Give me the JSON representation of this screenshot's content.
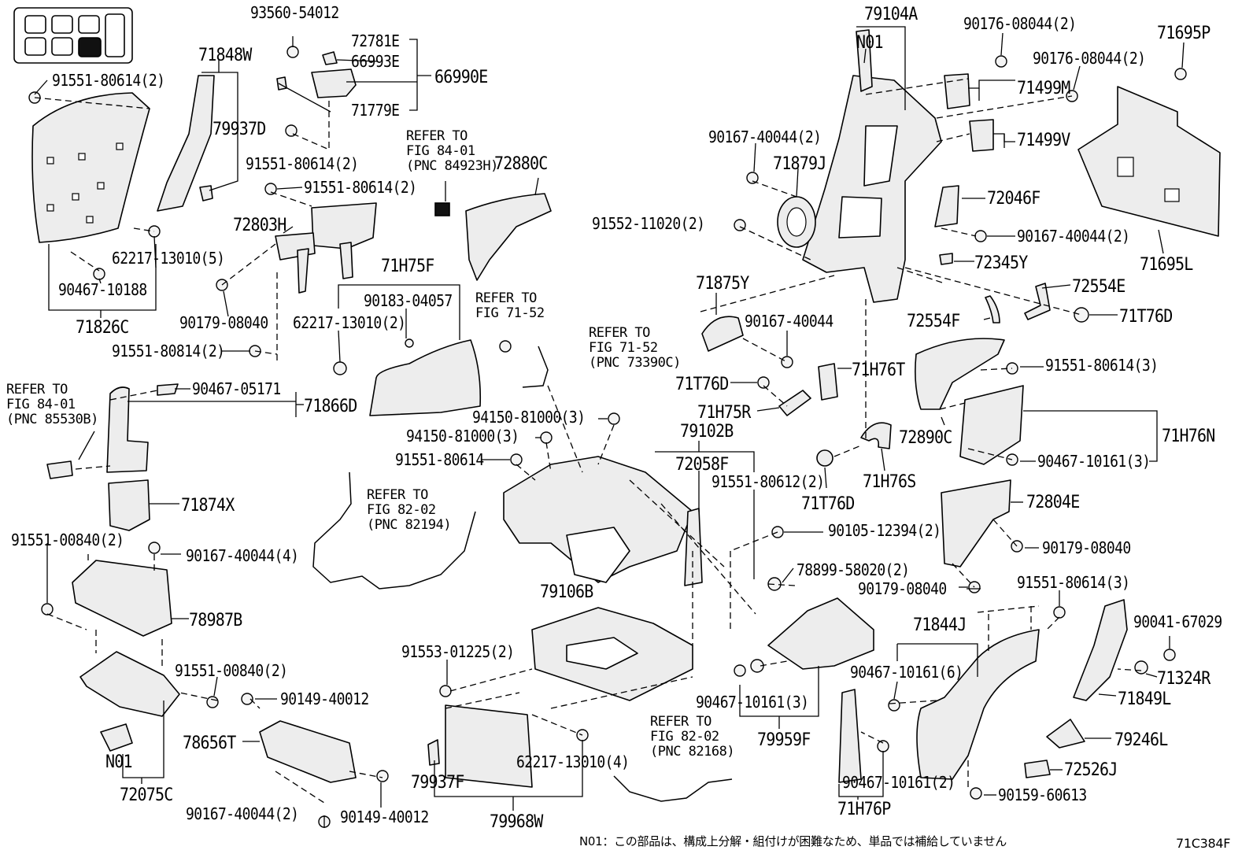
{
  "labels": {
    "l93560_54012": "93560-54012",
    "l72781E": "72781E",
    "l66993E": "66993E",
    "l66990E": "66990E",
    "l71779E": "71779E",
    "l71848W": "71848W",
    "l91551_80614_2a": "91551-80614(2)",
    "l79937D": "79937D",
    "l91551_80614_2b": "91551-80614(2)",
    "l91551_80614_2c": "91551-80614(2)",
    "l72803H": "72803H",
    "l62217_13010_5": "62217-13010(5)",
    "l90467_10188": "90467-10188",
    "l71826C": "71826C",
    "l90179_08040a": "90179-08040",
    "l91551_80814_2": "91551-80814(2)",
    "l72880C": "72880C",
    "l71H75F": "71H75F",
    "l90183_04057": "90183-04057",
    "l62217_13010_2": "62217-13010(2)",
    "l79104A": "79104A",
    "lN01a": "N01",
    "l90176_08044_2a": "90176-08044(2)",
    "l71695P": "71695P",
    "l90176_08044_2b": "90176-08044(2)",
    "l71499M": "71499M",
    "l71499V": "71499V",
    "l90167_40044_2a": "90167-40044(2)",
    "l71879J": "71879J",
    "l72046F": "72046F",
    "l91552_11020_2": "91552-11020(2)",
    "l90167_40044_2b": "90167-40044(2)",
    "l72345Y": "72345Y",
    "l71695L": "71695L",
    "l72554E": "72554E",
    "l71875Y": "71875Y",
    "l90167_40044": "90167-40044",
    "l72554F": "72554F",
    "l71T76Da": "71T76D",
    "l71H76T": "71H76T",
    "l91551_80614_3a": "91551-80614(3)",
    "l71T76Db": "71T76D",
    "l71H75R": "71H75R",
    "l72890C": "72890C",
    "l71H76N": "71H76N",
    "l90467_10161_3a": "90467-10161(3)",
    "l71T76Dc": "71T76D",
    "l71H76S": "71H76S",
    "l72804E": "72804E",
    "l90467_05171": "90467-05171",
    "l71866D": "71866D",
    "l94150_81000_3a": "94150-81000(3)",
    "l94150_81000_3b": "94150-81000(3)",
    "l79102B": "79102B",
    "l72058F": "72058F",
    "l91551_80614": "91551-80614",
    "l91551_80612_2": "91551-80612(2)",
    "l71874X": "71874X",
    "l90105_12394_2": "90105-12394(2)",
    "l90179_08040b": "90179-08040",
    "l91551_00840_2a": "91551-00840(2)",
    "l90167_40044_4": "90167-40044(4)",
    "l78899_58020_2": "78899-58020(2)",
    "l90179_08040c": "90179-08040",
    "l91551_80614_3b": "91551-80614(3)",
    "l79106B": "79106B",
    "l78987B": "78987B",
    "l71844J": "71844J",
    "l90041_67029": "90041-67029",
    "l91551_00840_2b": "91551-00840(2)",
    "l91553_01225_2": "91553-01225(2)",
    "l90467_10161_6": "90467-10161(6)",
    "l71324R": "71324R",
    "l90149_40012a": "90149-40012",
    "l71849L": "71849L",
    "l90467_10161_3b": "90467-10161(3)",
    "l78656T": "78656T",
    "l79959F": "79959F",
    "l79246L": "79246L",
    "lN01b": "N01",
    "l79937F": "79937F",
    "l62217_13010_4": "62217-13010(4)",
    "l90467_10161_2": "90467-10161(2)",
    "l72526J": "72526J",
    "l72075C": "72075C",
    "l90167_40044_2c": "90167-40044(2)",
    "l90149_40012b": "90149-40012",
    "l79968W": "79968W",
    "l90159_60613": "90159-60613",
    "l71H76P": "71H76P"
  },
  "refs": {
    "r84923H": "REFER TO\nFIG 84-01\n(PNC 84923H)",
    "r71_52a": "REFER TO\nFIG 71-52",
    "r73390C": "REFER TO\nFIG 71-52\n(PNC 73390C)",
    "r85530B": "REFER TO\nFIG 84-01\n(PNC 85530B)",
    "r82194": "REFER TO\nFIG 82-02\n(PNC 82194)",
    "r82168": "REFER TO\nFIG 82-02\n(PNC 82168)"
  },
  "footer": {
    "note": "N01：この部品は、構成上分解・組付けが困難なため、単品では補給していません",
    "figure_id": "71C384F"
  },
  "icons": {
    "seat_position_indicator": "seat-position-indicator-icon"
  }
}
